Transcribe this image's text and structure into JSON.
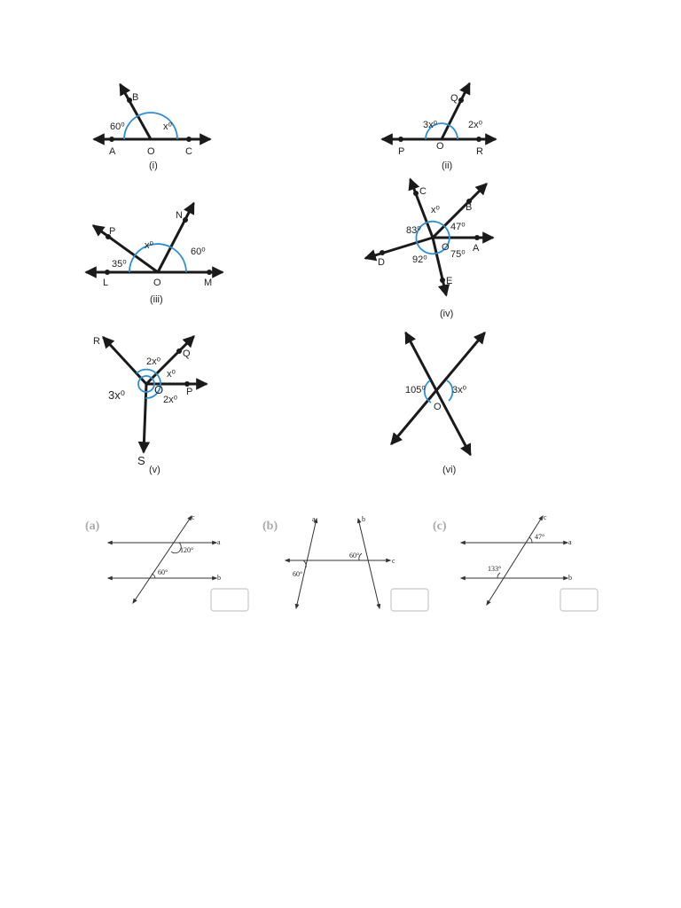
{
  "figures": [
    {
      "caption": "(i)",
      "points": {
        "B": "B",
        "A": "A",
        "O": "O",
        "C": "C"
      },
      "angles": {
        "left": "60⁰",
        "right": "x⁰"
      }
    },
    {
      "caption": "(ii)",
      "points": {
        "Q": "Q",
        "P": "P",
        "O": "O",
        "R": "R"
      },
      "angles": {
        "left": "3x⁰",
        "right": "2x⁰"
      }
    },
    {
      "caption": "(iii)",
      "points": {
        "P": "P",
        "N": "N",
        "L": "L",
        "O": "O",
        "M": "M"
      },
      "angles": {
        "left": "35⁰",
        "middle": "x⁰",
        "right": "60⁰"
      }
    },
    {
      "caption": "(iv)",
      "points": {
        "C": "C",
        "B": "B",
        "D": "D",
        "O": "O",
        "A": "A",
        "E": "E"
      },
      "angles": {
        "top": "x⁰",
        "upper_left": "83⁰",
        "upper_right": "47⁰",
        "lower_left": "92⁰",
        "lower_right": "75⁰"
      }
    },
    {
      "caption": "(v)",
      "points": {
        "R": "R",
        "Q": "Q",
        "O": "O",
        "P": "P",
        "S": "S"
      },
      "angles": {
        "top": "2x⁰",
        "right": "x⁰",
        "left": "3x⁰",
        "bottom": "2x⁰"
      }
    },
    {
      "caption": "(vi)",
      "points": {
        "O": "O"
      },
      "angles": {
        "left": "105⁰",
        "right": "3x⁰"
      }
    }
  ],
  "parallel_problems": [
    {
      "tag": "(a)",
      "lines": {
        "c": "c",
        "a": "a",
        "b": "b"
      },
      "angles": {
        "upper": "120°",
        "lower": "60°"
      }
    },
    {
      "tag": "(b)",
      "lines": {
        "a": "a",
        "b": "b",
        "c": "c"
      },
      "angles": {
        "left": "60°",
        "right": "60°"
      }
    },
    {
      "tag": "(c)",
      "lines": {
        "c": "c",
        "a": "a",
        "b": "b"
      },
      "angles": {
        "upper": "47°",
        "lower": "133°"
      }
    }
  ]
}
